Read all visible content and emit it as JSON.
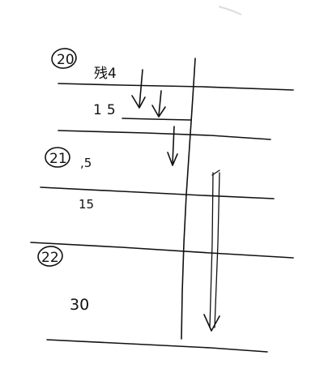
{
  "sections": [
    {
      "number": "20",
      "note": "残4",
      "value": "15"
    },
    {
      "number": "21",
      "note": ",5",
      "value": "15"
    },
    {
      "number": "22",
      "value": "30"
    }
  ]
}
